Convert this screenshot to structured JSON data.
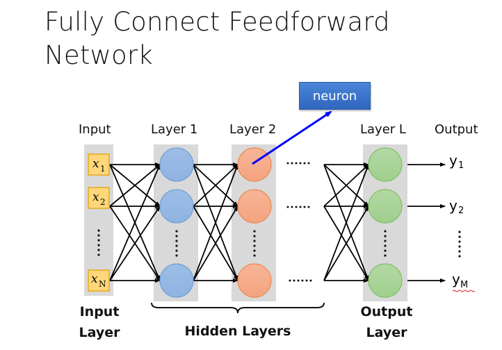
{
  "title": "Fully Connect Feedforward Network",
  "title_lines": [
    "Fully Connect Feedforward",
    "Network"
  ],
  "callout": {
    "label": "neuron",
    "color": "#3a74cc",
    "arrow_color": "#0000ff"
  },
  "column_labels": {
    "input": "Input",
    "layer1": "Layer 1",
    "layer2": "Layer 2",
    "layerL": "Layer L",
    "output": "Output"
  },
  "inputs": [
    {
      "base": "x",
      "sub": "1"
    },
    {
      "base": "x",
      "sub": "2"
    },
    {
      "base": "x",
      "sub": "N"
    }
  ],
  "outputs": [
    {
      "base": "y",
      "sub": "1"
    },
    {
      "base": "y",
      "sub": "2"
    },
    {
      "base": "y",
      "sub": "M"
    }
  ],
  "ellipsis": "......",
  "bottom_labels": {
    "input_layer": [
      "Input",
      "Layer"
    ],
    "hidden_layers": "Hidden Layers",
    "output_layer": [
      "Output",
      "Layer"
    ]
  },
  "colors": {
    "input_node": "#ffd77a",
    "input_border": "#e6a817",
    "layer1_node": "#a4c2e8",
    "layer1_border": "#6f9fd8",
    "layer2_node": "#f4a584",
    "layer2_border": "#e8884f",
    "layerL_node": "#a8d39a",
    "layerL_border": "#7fbf63",
    "column_bg": "#d9d9d9"
  }
}
